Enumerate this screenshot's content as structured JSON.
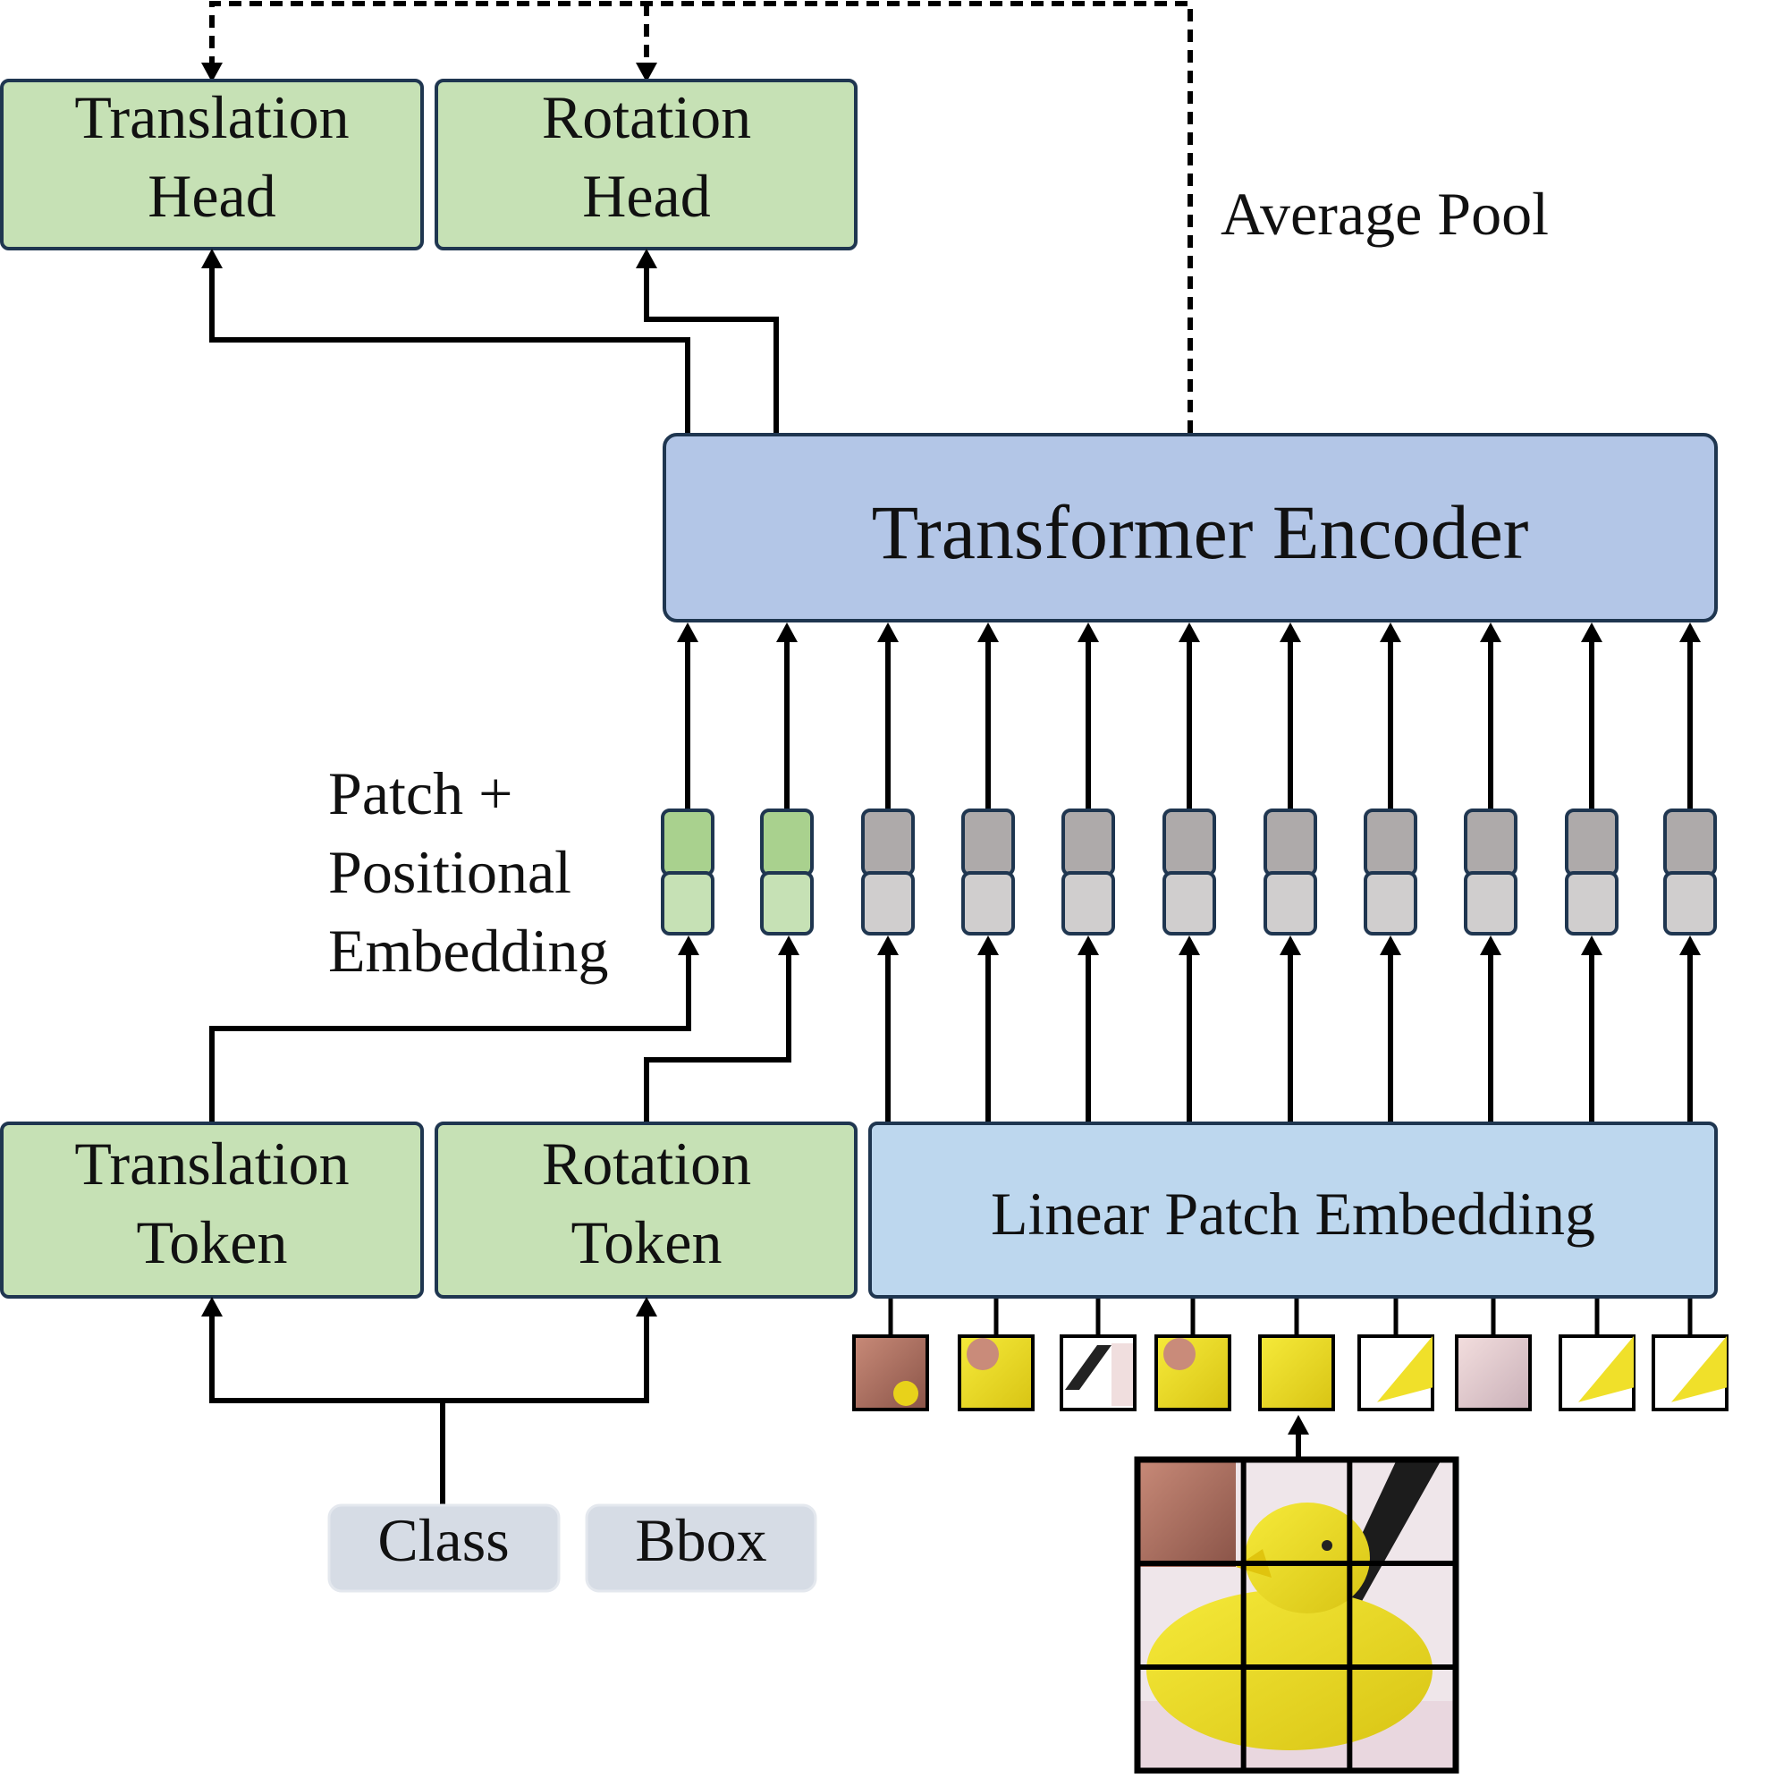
{
  "colors": {
    "head_fill": "#c6e1b5",
    "encoder_fill": "#b3c6e7",
    "embed_fill": "#bdd7ee",
    "border": "#1f3650",
    "meta_fill": "#d6dce5",
    "token_green_top": "#a9d18e",
    "token_green_bottom": "#c6e1b5",
    "token_gray_top": "#aeaaaa",
    "token_gray_bottom": "#d0cece",
    "duck_yellow": "#f2e21c",
    "arrow": "#000000"
  },
  "heads": {
    "translation": {
      "line1": "Translation",
      "line2": "Head"
    },
    "rotation": {
      "line1": "Rotation",
      "line2": "Head"
    }
  },
  "average_pool_label": "Average Pool",
  "encoder_label": "Transformer Encoder",
  "embedding_label": {
    "line1": "Patch +",
    "line2": "Positional",
    "line3": "Embedding"
  },
  "tokens": {
    "translation": {
      "line1": "Translation",
      "line2": "Token"
    },
    "rotation": {
      "line1": "Rotation",
      "line2": "Token"
    }
  },
  "linear_patch_label": "Linear Patch Embedding",
  "inputs": {
    "class_label": "Class",
    "bbox_label": "Bbox"
  },
  "token_count": {
    "special": 2,
    "patch": 9
  },
  "image_grid": {
    "rows": 3,
    "cols": 3
  }
}
